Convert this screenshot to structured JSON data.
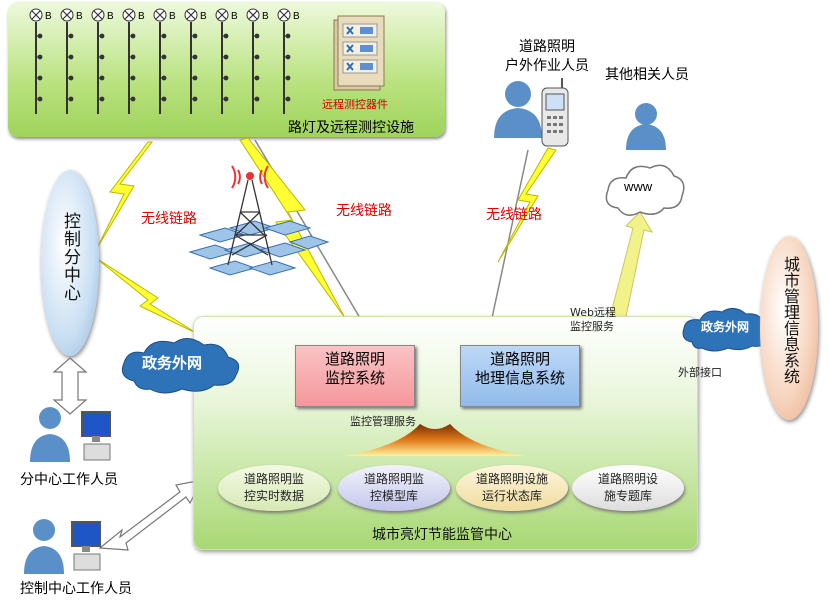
{
  "top_panel": {
    "label": "路灯及远程测控设施",
    "device_label": "远程测控器件",
    "pole_tag": "B"
  },
  "outdoor_workers": "道路照明\n户外作业人员",
  "other_people": "其他相关人员",
  "www": "www",
  "wireless_links": [
    "无线链路",
    "无线链路",
    "无线链路"
  ],
  "control_subcenter": "控制分中心",
  "gov_net_left": "政务外网",
  "gov_net_right": "政务外网",
  "city_mgmt": "城市管理信息系统",
  "web_service": "Web远程\n监控服务",
  "external_interface": "外部接口",
  "center": {
    "title": "城市亮灯节能监管中心",
    "monitor_system": "道路照明\n监控系统",
    "gis_system": "道路照明\n地理信息系统",
    "monitor_service": "监控管理服务",
    "databases": [
      "道路照明监\n控实时数据",
      "道路照明监\n控模型库",
      "道路照明设施\n运行状态库",
      "道路照明设\n施专题库"
    ]
  },
  "subcenter_staff": "分中心工作人员",
  "control_center_staff": "控制中心工作人员",
  "colors": {
    "monitor_box": "#f7a0a4",
    "gis_box": "#9bc3ef",
    "cloud": "#2e72b8",
    "bolt": "#ffff33",
    "person": "#5b8fc8"
  }
}
